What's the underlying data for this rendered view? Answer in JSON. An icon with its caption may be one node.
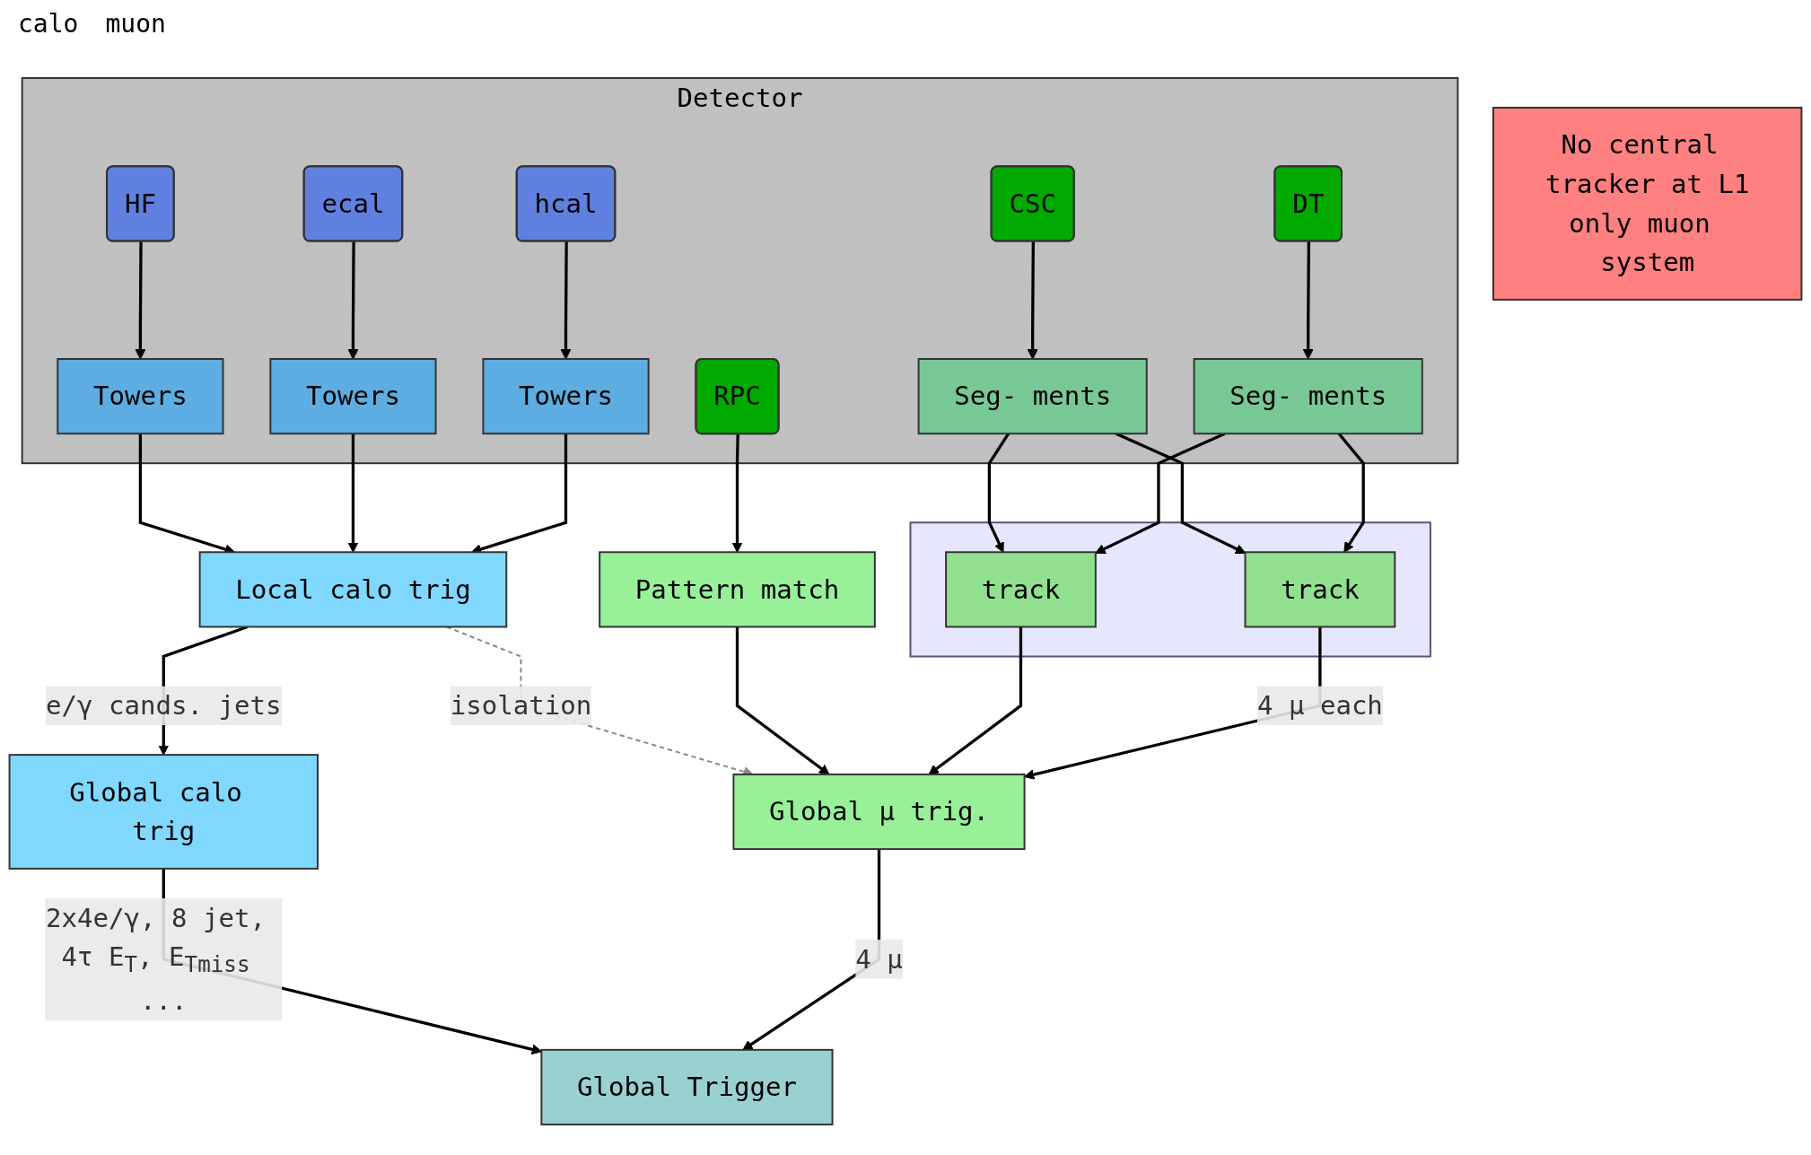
{
  "diagram": {
    "nodes": [
      {
        "text": [
          "Detector"
        ]
      },
      {
        "text": [
          "HF"
        ],
        "in": 0
      },
      {
        "text": [
          "ecal"
        ],
        "in": 0
      },
      {
        "text": [
          "hcal"
        ],
        "in": 0
      },
      {
        "text": [
          "RPC"
        ],
        "in": 0
      },
      {
        "text": [
          "CSC"
        ],
        "in": 0
      },
      {
        "text": [
          "DT"
        ],
        "in": 0
      },
      {
        "text": [
          "Towers"
        ],
        "in": 0
      },
      {
        "text": [
          "Towers"
        ],
        "in": 0
      },
      {
        "text": [
          "Towers"
        ],
        "in": 0
      },
      {
        "text": [
          "Seg- ments"
        ],
        "in": 0
      },
      {
        "text": [
          "Seg- ments"
        ],
        "in": 0
      },
      {
        "text": [
          "Local calo trig"
        ]
      },
      {
        "text": [
          "Pattern match"
        ]
      },
      {
        "text": [],
        "shape": "box"
      },
      {
        "text": [
          "track"
        ],
        "in": 14
      },
      {
        "text": [
          "track"
        ],
        "in": 14
      },
      {
        "text": [
          "Global calo trig"
        ]
      },
      {
        "text": [
          "Global μ trig."
        ]
      },
      {
        "text": [
          "Global Trigger"
        ]
      },
      {
        "text": [
          "No central tracker at L1",
          "only muon system"
        ]
      }
    ],
    "edges": [
      {
        "from": 1,
        "to": 7,
        "arrow": "to"
      },
      {
        "from": 2,
        "to": 8,
        "arrow": "to"
      },
      {
        "from": 3,
        "to": 9,
        "arrow": "to"
      },
      {
        "from": 5,
        "to": 10,
        "arrow": "to"
      },
      {
        "from": 6,
        "to": 11,
        "arrow": "to"
      },
      {
        "from": 4,
        "to": 13,
        "arrow": "to"
      },
      {
        "from": 7,
        "to": 12,
        "arrow": "to"
      },
      {
        "from": 8,
        "to": 12,
        "arrow": "to"
      },
      {
        "from": 9,
        "to": 12,
        "arrow": "to"
      },
      {
        "from": 10,
        "to": 15,
        "arrow": "to"
      },
      {
        "from": 10,
        "to": 16,
        "arrow": "to"
      },
      {
        "from": 11,
        "to": 15,
        "arrow": "to"
      },
      {
        "from": 11,
        "to": 16,
        "arrow": "to"
      },
      {
        "from": 12,
        "to": 17,
        "arrow": "to",
        "label": "e/γ cands. jets"
      },
      {
        "from": 12,
        "to": 18,
        "arrow": "to",
        "label": "isolation",
        "style": "dashed",
        "color": "#888888"
      },
      {
        "from": 13,
        "to": 18,
        "arrow": "to"
      },
      {
        "from": 15,
        "to": 18,
        "arrow": "to"
      },
      {
        "from": 16,
        "to": 18,
        "arrow": "to",
        "label": "4 μ each"
      },
      {
        "from": 17,
        "to": 19,
        "arrow": "to",
        "label": "2x4e/γ, 8 jet, 4τ E$_{T}$, E$_{Tmiss}$ ..."
      },
      {
        "from": 18,
        "to": 19,
        "arrow": "to",
        "label": "4 μ"
      }
    ],
    "labels": [
      "calo",
      "muon"
    ]
  }
}
